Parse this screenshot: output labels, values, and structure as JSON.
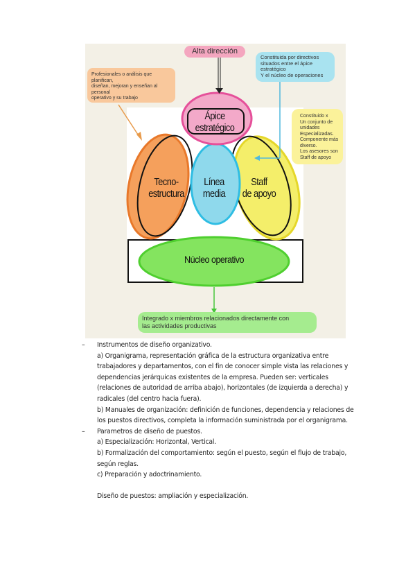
{
  "diagram": {
    "callouts": {
      "alta_direccion": "Alta dirección",
      "tecnoestructura": [
        "Profesionales o análisis que planifican,",
        "diseñan, mejoran y enseñan al",
        "personal",
        "operativo y su trabajo"
      ],
      "linea_media": [
        "Constituida por directivos",
        "situados entre el ápice",
        "estratégico",
        "Y el núcleo de operaciones"
      ],
      "staff": [
        "Constituido x",
        "Un conjunto de",
        "unidades",
        "Especializadas.",
        "Componente más",
        "diverso.",
        "Los asesores son",
        "Staff de apoyo"
      ],
      "nucleo": [
        "Integrado x miembros relacionados directamente con",
        "las actividades productivas"
      ]
    },
    "parts": {
      "apice": [
        "Ápice",
        "estratégico"
      ],
      "tecnoestructura": [
        "Tecno-",
        "estructura"
      ],
      "linea_media": [
        "Línea",
        "media"
      ],
      "staff": [
        "Staff",
        "de apoyo"
      ],
      "nucleo": "Núcleo operativo"
    },
    "colors": {
      "pink": "#e9519a",
      "orange": "#f08a3c",
      "blue": "#32c5e8",
      "yellow": "#f2ea3f",
      "green": "#57e04a",
      "background": "#f3f0e6"
    }
  },
  "text": {
    "item1_title": "Instrumentos de diseño organizativo.",
    "item1_lines": [
      "a) Organigrama, representación gráfica de la estructura organizativa  entre",
      "trabajadores y departamentos, con el fin de conocer  simple vista las relaciones y",
      "dependencias jerárquicas existentes de la empresa. Pueden ser: verticales",
      "(relaciones de autoridad de arriba abajo), horizontales (de izquierda a derecha) y",
      "radicales (del centro hacia fuera).",
      "b) Manuales de organización: definición de funciones, dependencia y relaciones de",
      "los puestos directivos, completa la información suministrada por el organigrama."
    ],
    "item2_title": "Parametros de diseño de puestos.",
    "item2_lines": [
      "a) Especialización: Horizontal, Vertical.",
      "b) Formalización del comportamiento: según el puesto, según el flujo de trabajo,",
      "según reglas.",
      "c) Preparación y adoctrinamiento."
    ],
    "closing": "Diseño de puestos: ampliación y especialización."
  }
}
